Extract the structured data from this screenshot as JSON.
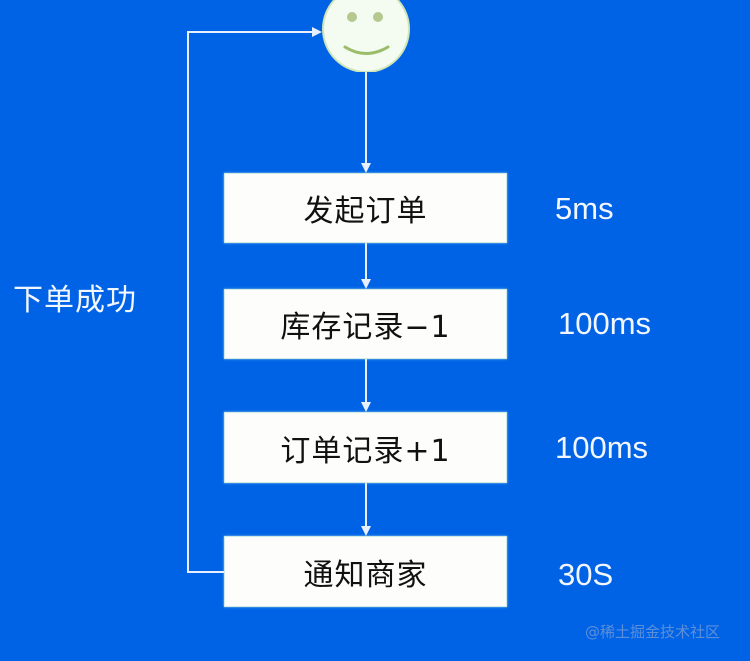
{
  "diagram": {
    "start_node": {
      "icon": "smiley-face-icon",
      "fill": "#f4fbf0",
      "stroke": "#9bbd6a"
    },
    "steps": [
      {
        "label": "发起订单",
        "time": "5ms"
      },
      {
        "label": "库存记录−1",
        "time": "100ms"
      },
      {
        "label": "订单记录+1",
        "time": "100ms"
      },
      {
        "label": "通知商家",
        "time": "30S"
      }
    ],
    "return_label": "下单成功",
    "colors": {
      "background": "#0063e6",
      "box": "#fdfefb",
      "line": "#e8f0ff"
    }
  },
  "watermark": "@稀土掘金技术社区"
}
